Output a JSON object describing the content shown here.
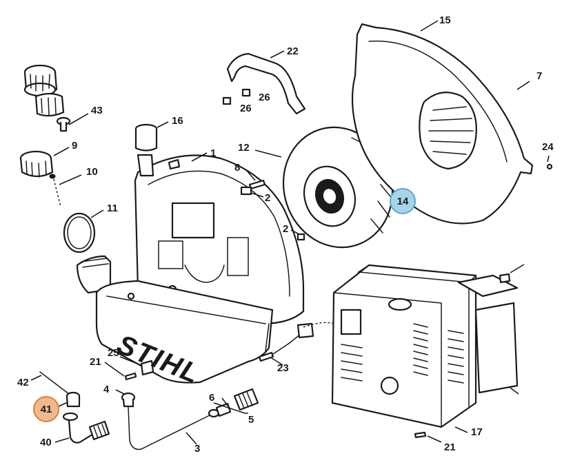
{
  "diagram": {
    "brand_mark": "STIHL",
    "part_labels": {
      "p1": "1",
      "p2a": "2",
      "p2b": "2",
      "p3": "3",
      "p4": "4",
      "p5": "5",
      "p6": "6",
      "p7": "7",
      "p8": "8",
      "p9": "9",
      "p10": "10",
      "p11": "11",
      "p12": "12",
      "p14": "14",
      "p15": "15",
      "p16": "16",
      "p17": "17",
      "p21a": "21",
      "p21b": "21",
      "p22": "22",
      "p23": "23",
      "p24": "24",
      "p25": "25",
      "p26a": "26",
      "p26b": "26",
      "p40": "40",
      "p41": "41",
      "p42": "42",
      "p43": "43"
    },
    "highlight_colors": {
      "p14": "#a8d4ea",
      "p41": "#f0b98d"
    }
  }
}
